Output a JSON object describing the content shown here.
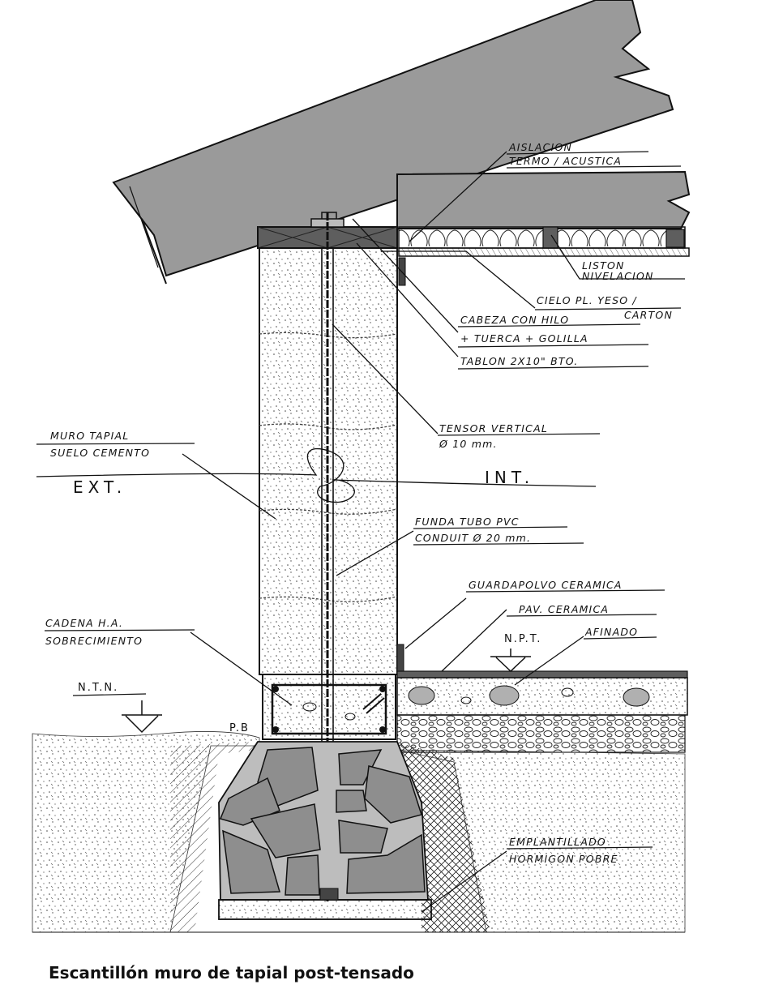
{
  "caption": "Escantillón muro de tapial post-tensado",
  "labels": {
    "aislacion_1": "AISLACION",
    "aislacion_2": "TERMO / ACUSTICA",
    "liston_1": "LISTON",
    "liston_2": "NIVELACION",
    "cielo_1": "CIELO PL. YESO /",
    "cielo_2": "CARTON",
    "cabeza_1": "CABEZA CON HILO",
    "cabeza_2": "+ TUERCA + GOLILLA",
    "tablon": "TABLON 2X10\" BTO.",
    "tensor_1": "TENSOR VERTICAL",
    "tensor_2": "Ø 10 mm.",
    "muro_1": "MURO TAPIAL",
    "muro_2": "SUELO CEMENTO",
    "ext": "EXT.",
    "int": "INT.",
    "funda_1": "FUNDA TUBO PVC",
    "funda_2": "CONDUIT Ø 20 mm.",
    "guardapolvo": "GUARDAPOLVO CERAMICA",
    "pav": "PAV. CERAMICA",
    "npt": "N.P.T.",
    "afinado": "AFINADO",
    "cadena_1": "CADENA H.A.",
    "cadena_2": "SOBRECIMIENTO",
    "ntn": "N.T.N.",
    "pb": "P.B",
    "emplantillado_1": "EMPLANTILLADO",
    "emplantillado_2": "HORMIGON POBRE"
  },
  "colors": {
    "ink": "#111111",
    "roof_grey": "#9a9a9a",
    "stone_grey": "#8e8e8e",
    "timber": "#5e5e5e",
    "paper": "#ffffff"
  }
}
